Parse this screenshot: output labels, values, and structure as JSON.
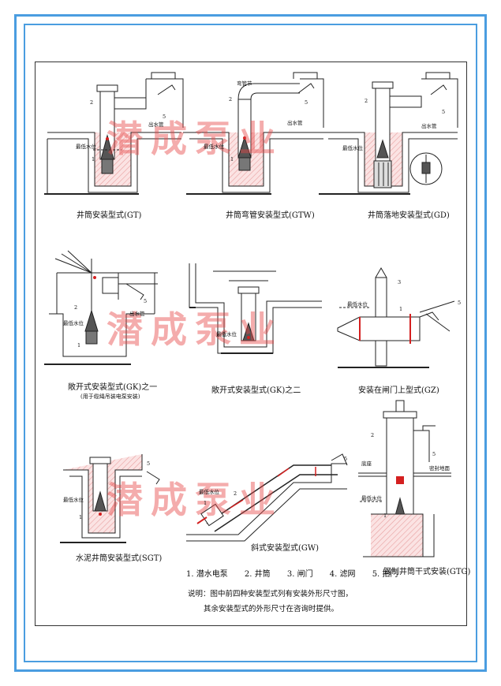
{
  "watermark": "潜成泵业",
  "panels": [
    {
      "id": "gt",
      "caption": "井筒安装型式(GT)",
      "labels": {
        "n1": "1",
        "n2": "2",
        "n5": "5",
        "outlet": "出水管",
        "water": "最低水位"
      }
    },
    {
      "id": "gtw",
      "caption": "井筒弯管安装型式(GTW)",
      "labels": {
        "bend": "弯管节",
        "n1": "1",
        "n2": "2",
        "n5": "5",
        "outlet": "出水管",
        "water": "最低水位"
      }
    },
    {
      "id": "gd",
      "caption": "井筒落地安装型式(GD)",
      "labels": {
        "n2": "2",
        "n5": "5",
        "outlet": "出水管",
        "water": "最低水位"
      }
    },
    {
      "id": "gk1",
      "caption": "敞开式安装型式(GK)之一",
      "sub": "(用于缆绳吊装电泵安装)",
      "labels": {
        "n1": "1",
        "n2": "2",
        "n5": "5",
        "outlet": "出水管",
        "water": "最低水位"
      }
    },
    {
      "id": "gk2",
      "caption": "敞开式安装型式(GK)之二",
      "labels": {
        "water": "最低水位"
      }
    },
    {
      "id": "gz",
      "caption": "安装在闸门上型式(GZ)",
      "labels": {
        "n1": "1",
        "n3": "3",
        "n5": "5",
        "water": "最低水位"
      }
    },
    {
      "id": "sgt",
      "caption": "水泥井筒安装型式(SGT)",
      "labels": {
        "n1": "1",
        "n5": "5",
        "water": "最低水位"
      }
    },
    {
      "id": "gw",
      "caption": "斜式安装型式(GW)",
      "labels": {
        "n1": "1",
        "n2": "2",
        "n5": "5",
        "water": "最低水位"
      }
    },
    {
      "id": "gtg",
      "caption": "钢制井筒干式安装(GTG)",
      "labels": {
        "n1": "1",
        "n2": "2",
        "n5": "5",
        "floor": "底座",
        "seal": "密封地面",
        "water": "最低水位"
      }
    }
  ],
  "legend": [
    "1. 潜水电泵",
    "2. 井筒",
    "3. 闸门",
    "4. 滤网",
    "5. 拍门"
  ],
  "notes": [
    "说明：图中前四种安装型式列有安装外形尺寸图，",
    "其余安装型式的外形尺寸在咨询时提供。"
  ],
  "colors": {
    "frame": "#4a9de0",
    "line": "#222222",
    "hatch": "#f2b8b8",
    "red": "#d42020",
    "watermark": "#e64646"
  }
}
